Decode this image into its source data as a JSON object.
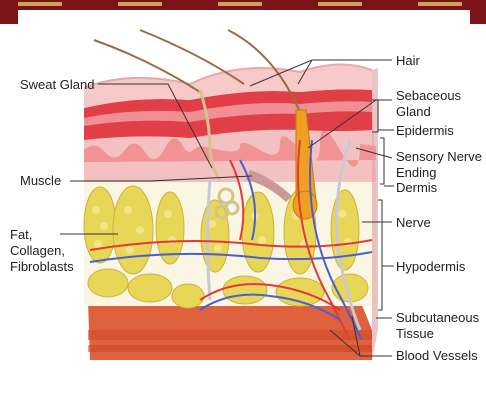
{
  "labels": {
    "hair": "Hair",
    "sweat_gland": "Sweat Gland",
    "sebaceous_gland": "Sebaceous\nGland",
    "epidermis": "Epidermis",
    "sensory_nerve_ending": "Sensory Nerve\nEnding",
    "muscle": "Muscle",
    "dermis": "Dermis",
    "nerve": "Nerve",
    "fat_collagen": "Fat,\nCollagen,\nFibroblasts",
    "hypodermis": "Hypodermis",
    "subcutaneous_tissue": "Subcutaneous\nTissue",
    "blood_vessels": "Blood Vessels"
  },
  "colors": {
    "border_dark": "#7a1418",
    "border_gold": "#c9a35a",
    "epidermis": "#e8505a",
    "epidermis_light": "#f3a3a6",
    "dermis": "#f4c1c2",
    "fat": "#e6d65a",
    "fat_cell": "#f0e27a",
    "muscle_base": "#e0613e",
    "artery": "#e23a3a",
    "vein": "#4a5fd0",
    "hair": "#9b6b45",
    "nerve": "#cfcfd8",
    "gland": "#f0a020"
  }
}
